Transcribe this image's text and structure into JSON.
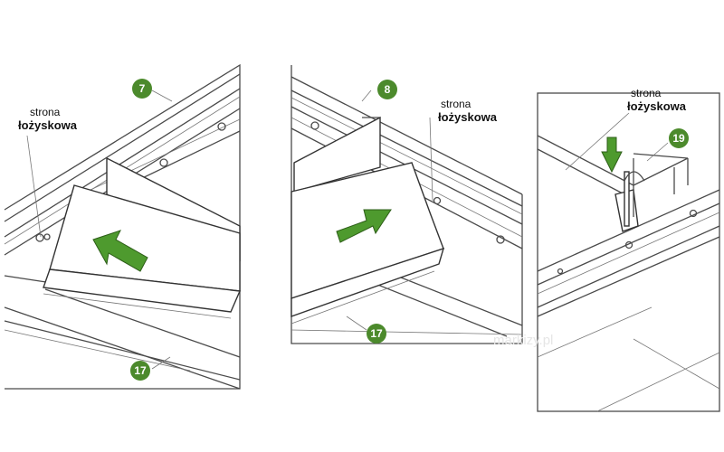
{
  "panels": [
    {
      "labels": {
        "line1": "strona",
        "line2": "łożyskowa"
      },
      "callouts": [
        "7",
        "17"
      ],
      "arrow_direction": "left"
    },
    {
      "labels": {
        "line1": "strona",
        "line2": "łożyskowa"
      },
      "callouts": [
        "8",
        "17"
      ],
      "arrow_direction": "right"
    },
    {
      "labels": {
        "line1": "strona",
        "line2": "łożyskowa"
      },
      "callouts": [
        "19"
      ],
      "arrow_direction": "down"
    }
  ],
  "watermark": "markizy.pl",
  "colors": {
    "accent": "#4c8a2c",
    "arrow": "#4e9a2e",
    "line": "#4a4a4a"
  }
}
